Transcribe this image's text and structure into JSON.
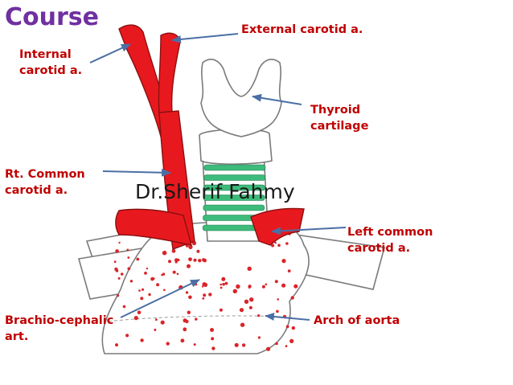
{
  "title": "Course",
  "watermark": "Dr.Sherif Fahmy",
  "labels": {
    "internal_carotid": [
      "Internal",
      "carotid a."
    ],
    "external_carotid": [
      "External carotid a."
    ],
    "thyroid_cartilage": [
      "Thyroid",
      "cartilage"
    ],
    "rt_common_carotid": [
      "Rt. Common",
      "carotid a."
    ],
    "left_common_carotid": [
      "Left common",
      "carotid a."
    ],
    "brachiocephalic": [
      "Brachio-cephalic",
      "art."
    ],
    "arch_of_aorta": [
      "Arch of aorta"
    ]
  },
  "colors": {
    "title": "#7030a0",
    "label": "#c00000",
    "artery": "#e8191e",
    "cartilage_rings": "#3dbb7a",
    "pointer": "#4a6fa5",
    "watermark": "#1a1a1a"
  }
}
